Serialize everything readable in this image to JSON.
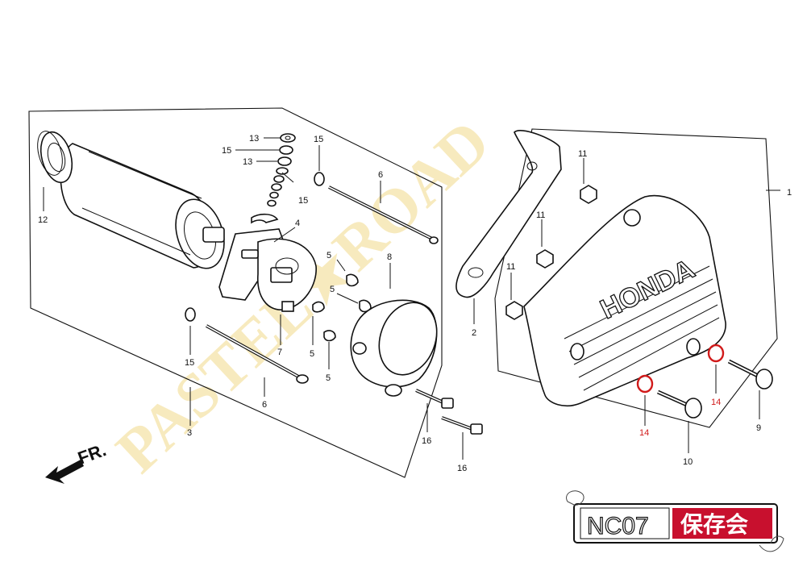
{
  "diagram": {
    "direction_label": "FR.",
    "callouts": [
      {
        "id": "1",
        "text": "1"
      },
      {
        "id": "2",
        "text": "2"
      },
      {
        "id": "3",
        "text": "3"
      },
      {
        "id": "4",
        "text": "4"
      },
      {
        "id": "5a",
        "text": "5"
      },
      {
        "id": "5b",
        "text": "5"
      },
      {
        "id": "5c",
        "text": "5"
      },
      {
        "id": "5d",
        "text": "5"
      },
      {
        "id": "6a",
        "text": "6"
      },
      {
        "id": "6b",
        "text": "6"
      },
      {
        "id": "7",
        "text": "7"
      },
      {
        "id": "8",
        "text": "8"
      },
      {
        "id": "9",
        "text": "9"
      },
      {
        "id": "10",
        "text": "10"
      },
      {
        "id": "11a",
        "text": "11"
      },
      {
        "id": "11b",
        "text": "11"
      },
      {
        "id": "11c",
        "text": "11"
      },
      {
        "id": "12",
        "text": "12"
      },
      {
        "id": "13a",
        "text": "13"
      },
      {
        "id": "13b",
        "text": "13"
      },
      {
        "id": "14a",
        "text": "14"
      },
      {
        "id": "14b",
        "text": "14"
      },
      {
        "id": "15a",
        "text": "15"
      },
      {
        "id": "15b",
        "text": "15"
      },
      {
        "id": "15c",
        "text": "15"
      },
      {
        "id": "15d",
        "text": "15"
      },
      {
        "id": "16a",
        "text": "16"
      },
      {
        "id": "16b",
        "text": "16"
      }
    ],
    "cover_brand": "HONDA",
    "highlight_color": "#d11a1a"
  },
  "watermark": {
    "text": "PASTEL★ROAD",
    "color": "#f2d98a",
    "accent_color": "#f4a9a9"
  },
  "badge": {
    "code": "NC07",
    "club": "保存会",
    "bg_color": "#c8102e"
  }
}
